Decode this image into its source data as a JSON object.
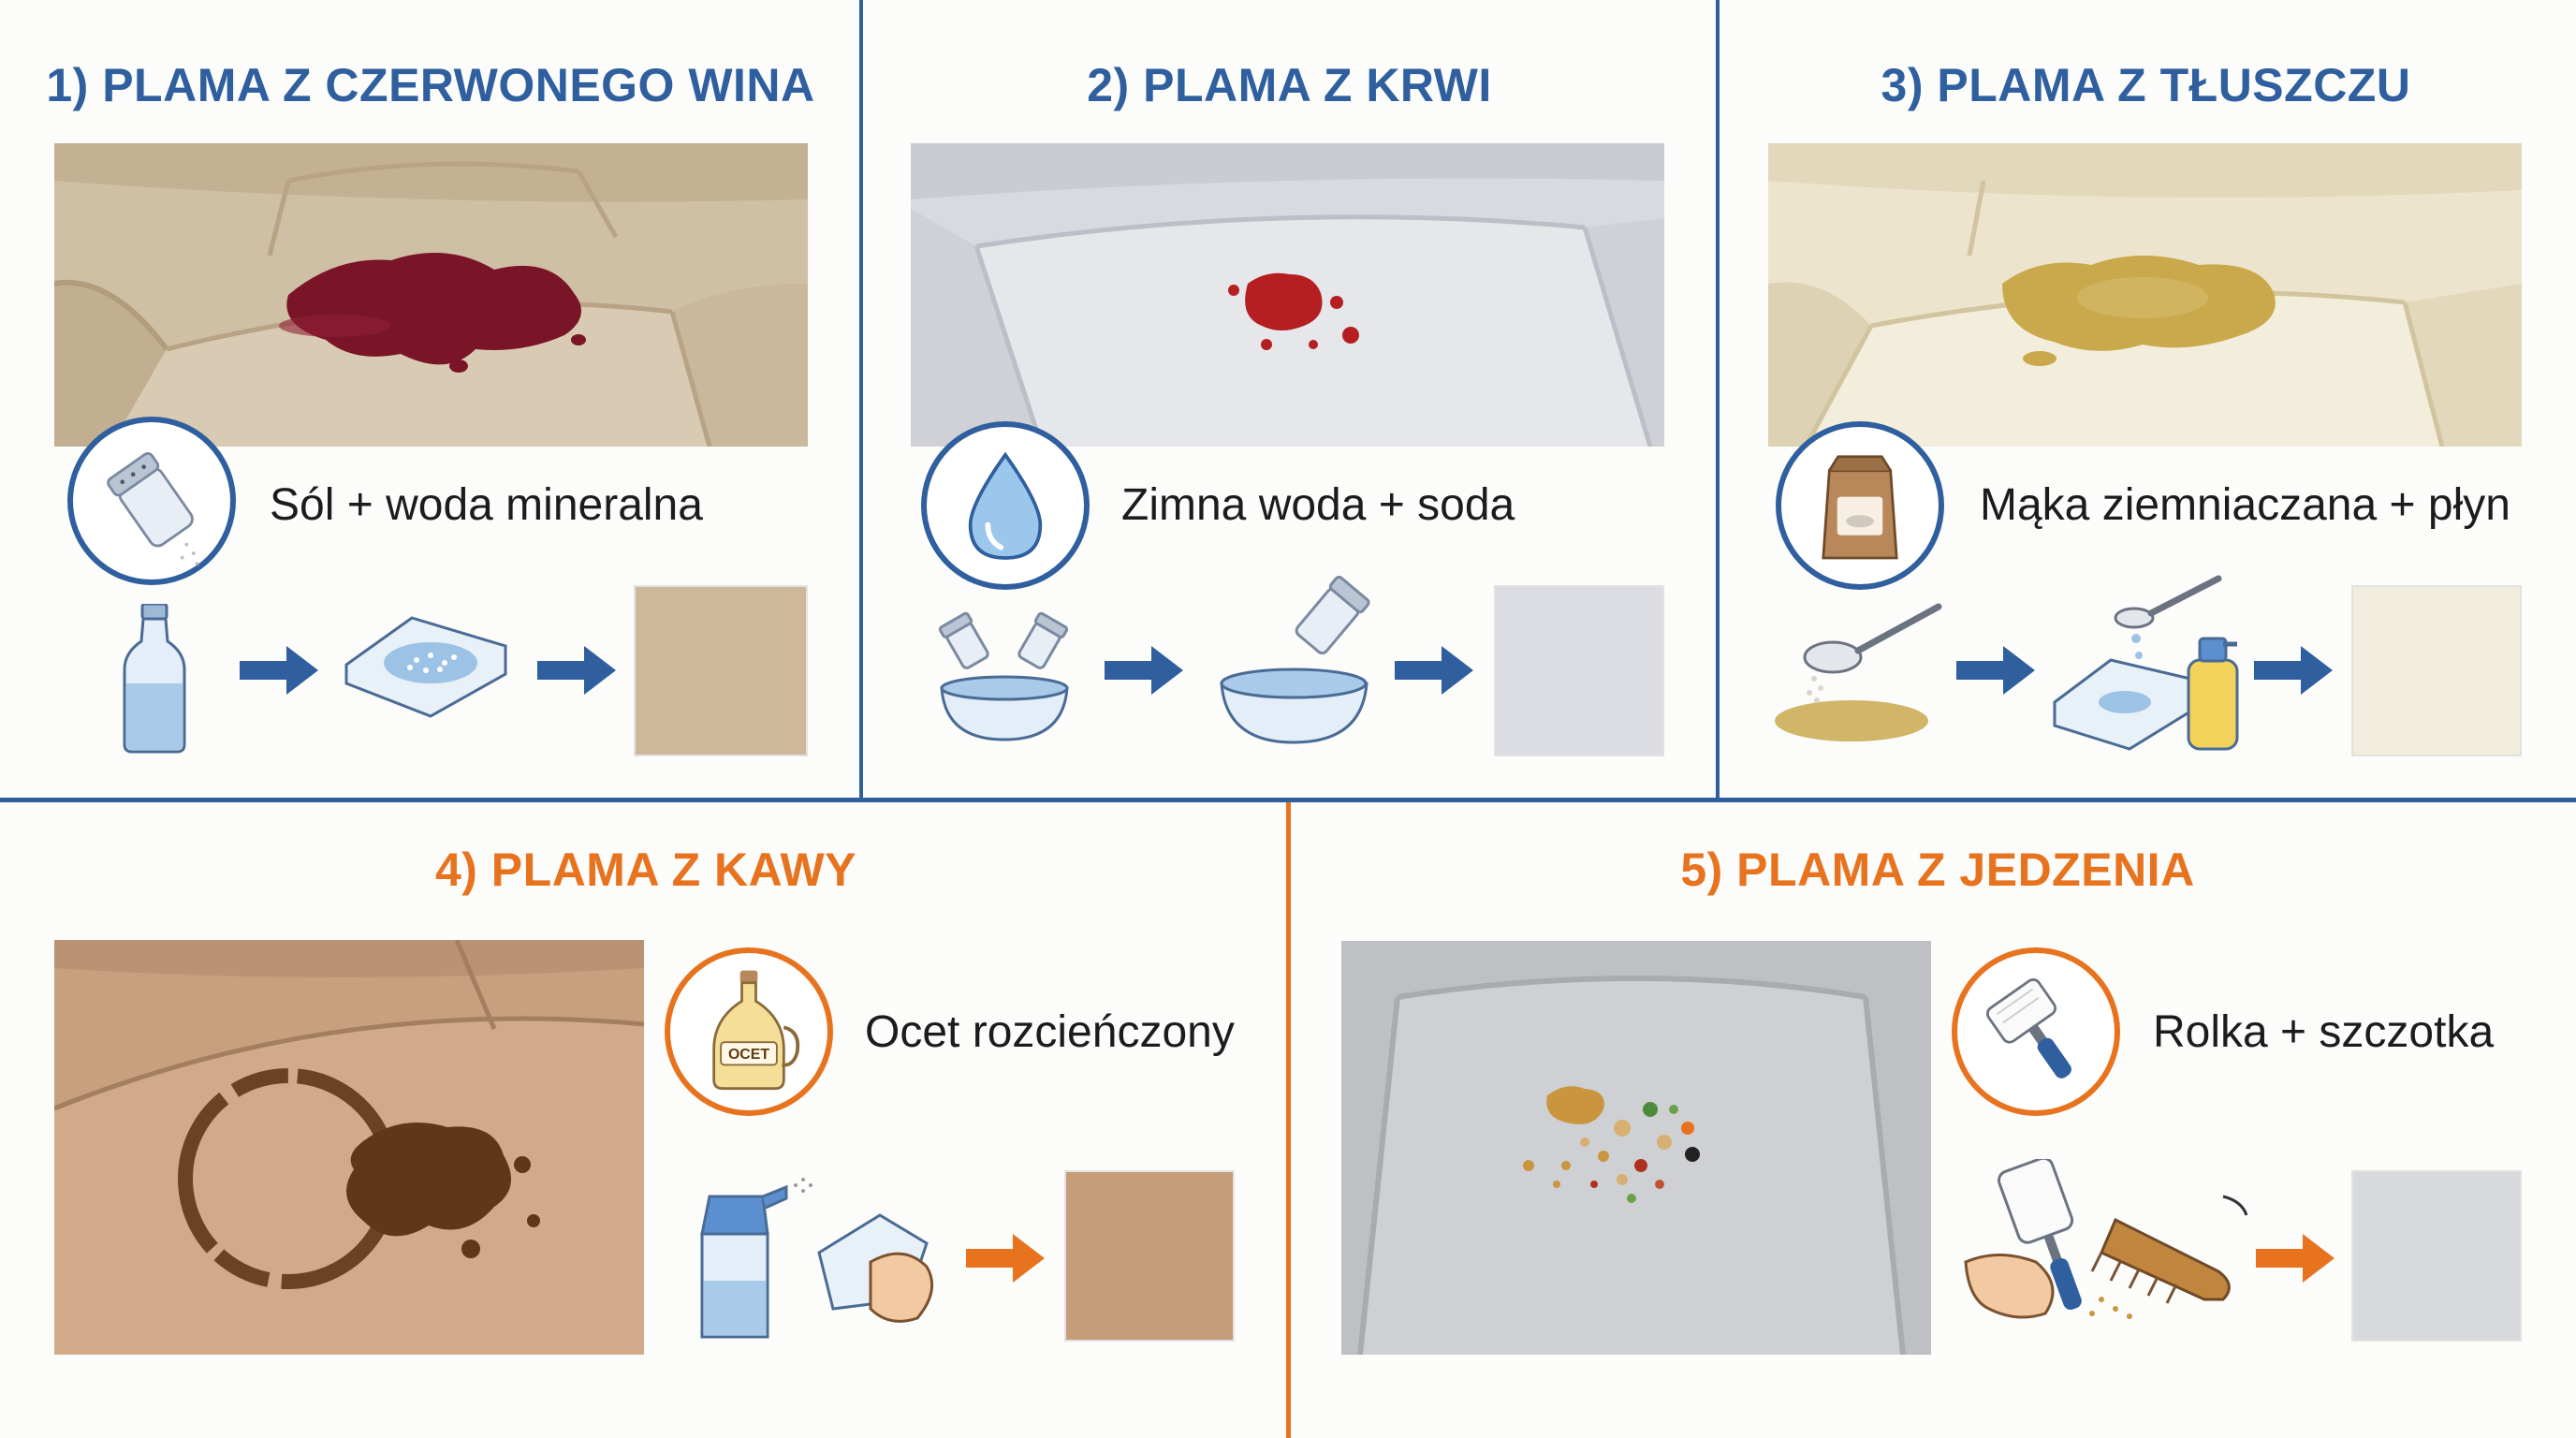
{
  "colors": {
    "blue": "#2f5f9e",
    "orange": "#e8731f",
    "wine": "#7a1427",
    "blood": "#b51f22",
    "grease": "#c9a94c",
    "coffee": "#5e3818"
  },
  "panels": [
    {
      "title": "1) PLAMA Z CZERWONEGO WINA",
      "method": "Sól + woda mineralna",
      "icon": "salt-shaker-icon",
      "swatch_color": "#cdb89a"
    },
    {
      "title": "2) PLAMA Z KRWI",
      "method": "Zimna woda + soda",
      "icon": "water-drop-icon",
      "swatch_color": "#dcdde2"
    },
    {
      "title": "3) PLAMA Z TŁUSZCZU",
      "method": "Mąka ziemniaczana + płyn",
      "icon": "flour-bag-icon",
      "swatch_color": "#f1ecdb"
    },
    {
      "title": "4) PLAMA Z KAWY",
      "method": "Ocet rozcieńczony",
      "icon": "vinegar-bottle-icon",
      "icon_label": "OCET",
      "swatch_color": "#c49c78"
    },
    {
      "title": "5) PLAMA Z JEDZENIA",
      "method": "Rolka + szczotka",
      "icon": "lint-roller-icon",
      "swatch_color": "#d8d9dd"
    }
  ]
}
